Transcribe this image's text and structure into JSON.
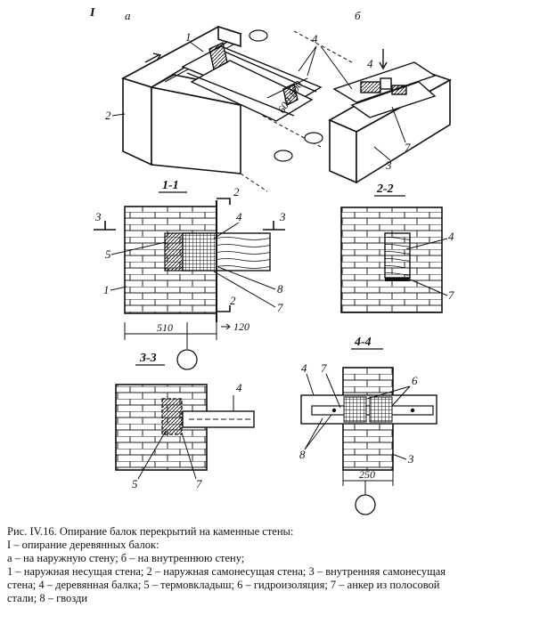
{
  "figure": {
    "main_label": "I",
    "view_a": "а",
    "view_b": "б",
    "section_1_1": "1-1",
    "section_2_2": "2-2",
    "section_3_3": "3-3",
    "section_4_4": "4-4",
    "dim_600_800": "600-800",
    "dim_510": "510",
    "dim_120": "120",
    "dim_250": "250",
    "num": {
      "n1": "1",
      "n2": "2",
      "n3": "3",
      "n4": "4",
      "n5": "5",
      "n6": "6",
      "n7": "7",
      "n8": "8"
    }
  },
  "caption": {
    "title": "Рис. IV.16. Опирание балок перекрытий на каменные стены:",
    "line1": "I – опирание деревянных балок:",
    "line2": "а – на наружную стену; б – на внутреннюю стену;",
    "line3": "1 – наружная несущая стена; 2 – наружная самонесущая стена; 3 – внутренняя самонесущая",
    "line4": "стена; 4 – деревянная балка; 5 – термовкладыш; 6 – гидроизоляция; 7 – анкер из полосовой",
    "line5": "стали; 8 – гвозди"
  }
}
